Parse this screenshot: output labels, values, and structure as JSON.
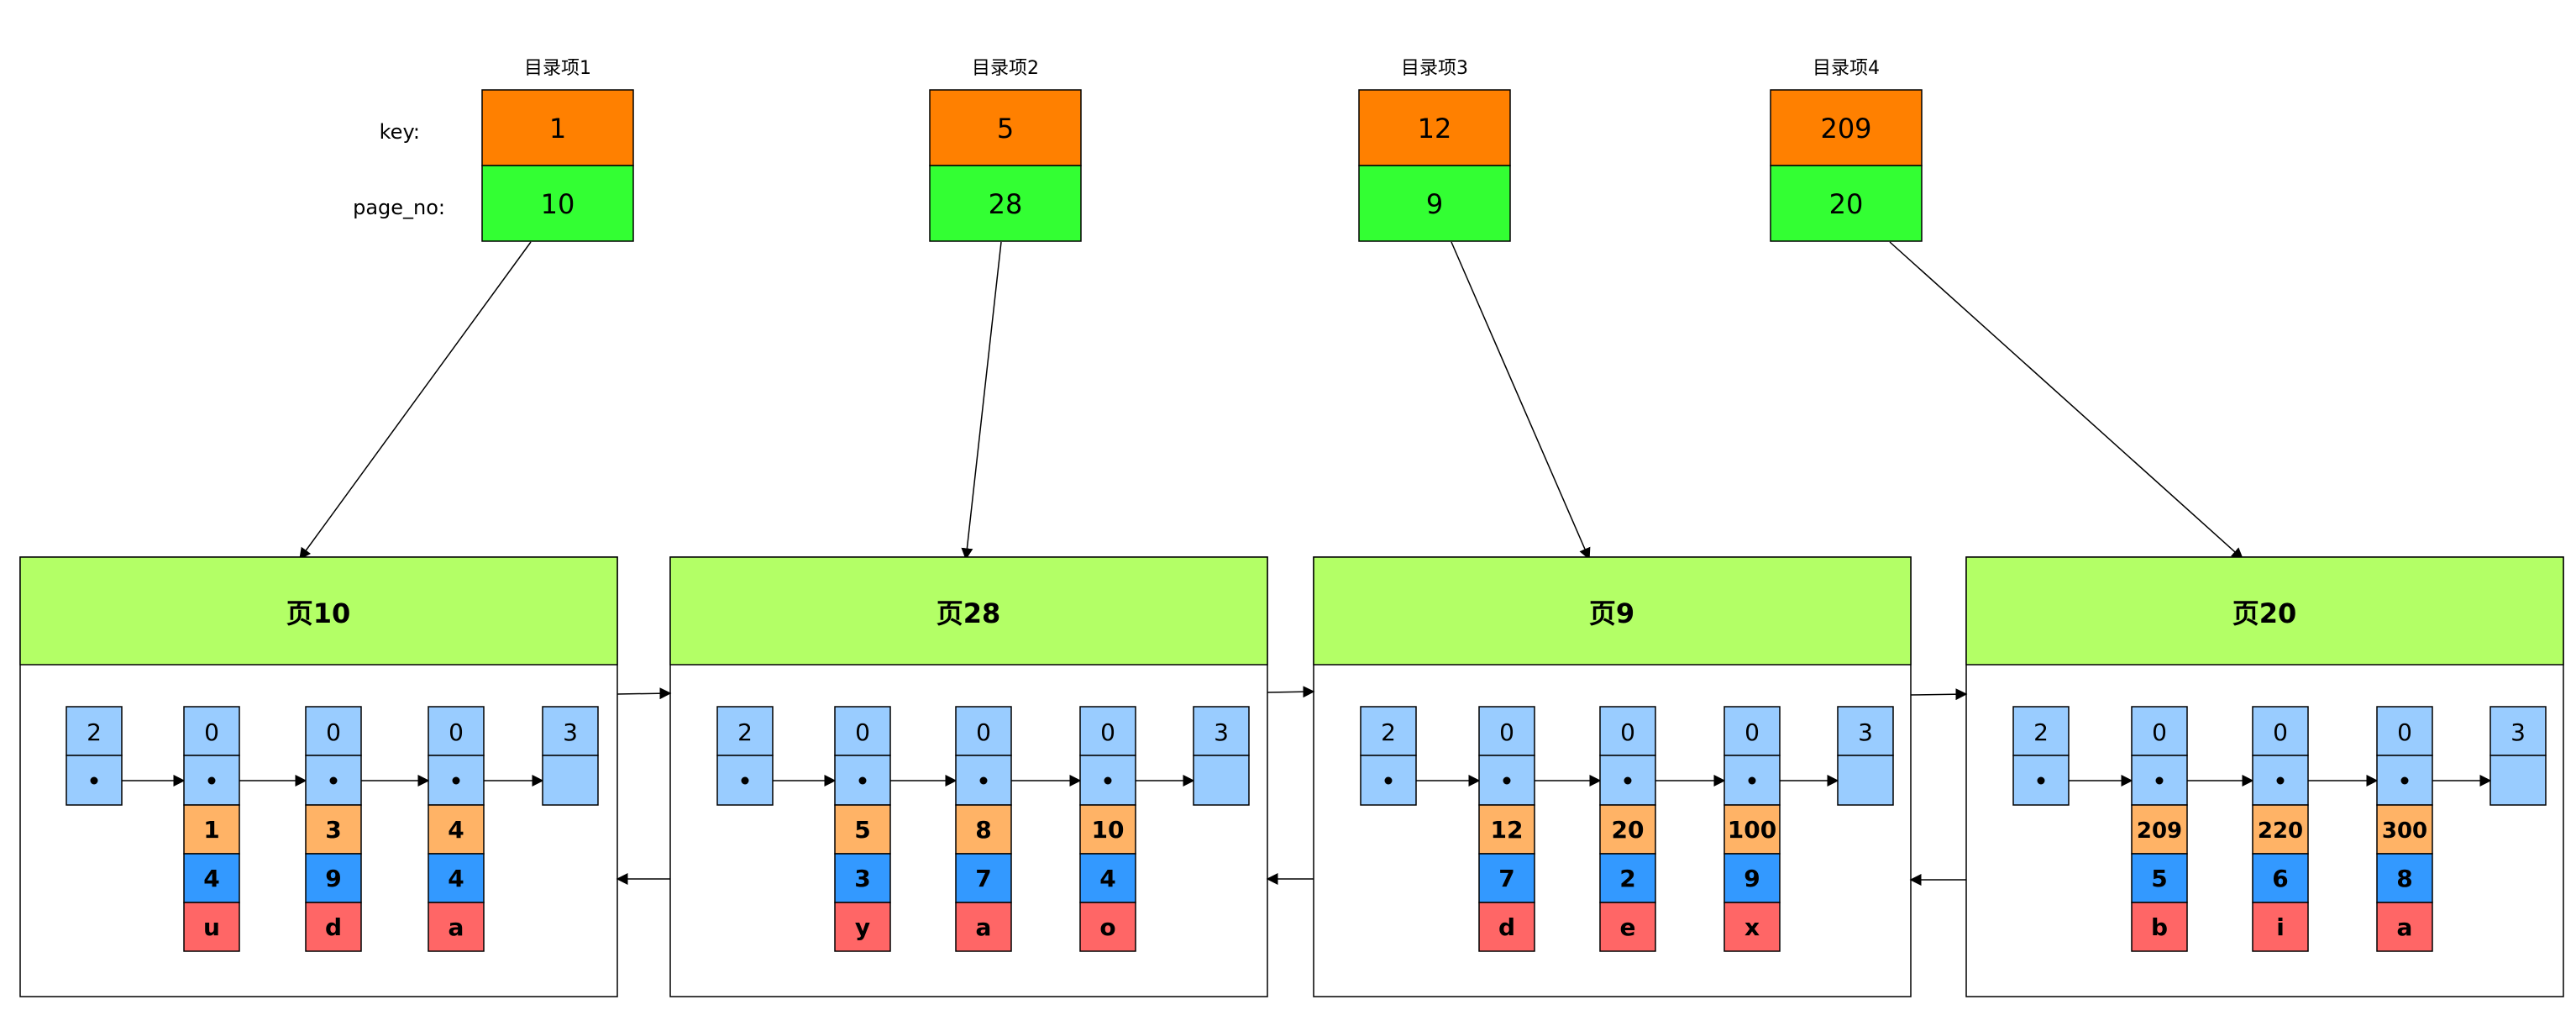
{
  "directory": {
    "row_labels": {
      "key": "key:",
      "page_no": "page_no:"
    },
    "entries": [
      {
        "title": "目录项1",
        "key": "1",
        "page_no": "10"
      },
      {
        "title": "目录项2",
        "key": "5",
        "page_no": "28"
      },
      {
        "title": "目录项3",
        "key": "12",
        "page_no": "9"
      },
      {
        "title": "目录项4",
        "key": "209",
        "page_no": "20"
      }
    ]
  },
  "pages": [
    {
      "title": "页10",
      "infimum": "2",
      "supremum": "3",
      "records": [
        {
          "n_owned": "0",
          "key": "1",
          "col2": "4",
          "col3": "u"
        },
        {
          "n_owned": "0",
          "key": "3",
          "col2": "9",
          "col3": "d"
        },
        {
          "n_owned": "0",
          "key": "4",
          "col2": "4",
          "col3": "a"
        }
      ]
    },
    {
      "title": "页28",
      "infimum": "2",
      "supremum": "3",
      "records": [
        {
          "n_owned": "0",
          "key": "5",
          "col2": "3",
          "col3": "y"
        },
        {
          "n_owned": "0",
          "key": "8",
          "col2": "7",
          "col3": "a"
        },
        {
          "n_owned": "0",
          "key": "10",
          "col2": "4",
          "col3": "o"
        }
      ]
    },
    {
      "title": "页9",
      "infimum": "2",
      "supremum": "3",
      "records": [
        {
          "n_owned": "0",
          "key": "12",
          "col2": "7",
          "col3": "d"
        },
        {
          "n_owned": "0",
          "key": "20",
          "col2": "2",
          "col3": "e"
        },
        {
          "n_owned": "0",
          "key": "100",
          "col2": "9",
          "col3": "x"
        }
      ]
    },
    {
      "title": "页20",
      "infimum": "2",
      "supremum": "3",
      "records": [
        {
          "n_owned": "0",
          "key": "209",
          "col2": "5",
          "col3": "b"
        },
        {
          "n_owned": "0",
          "key": "220",
          "col2": "6",
          "col3": "i"
        },
        {
          "n_owned": "0",
          "key": "300",
          "col2": "8",
          "col3": "a"
        }
      ]
    }
  ],
  "colors": {
    "key_cell": "#FF8000",
    "page_no_cell": "#33FF33",
    "page_header": "#B3FF66",
    "slot_cell": "#99CCFF",
    "key_field": "#FFB366",
    "col2_field": "#3399FF",
    "col3_field": "#FF6666"
  }
}
